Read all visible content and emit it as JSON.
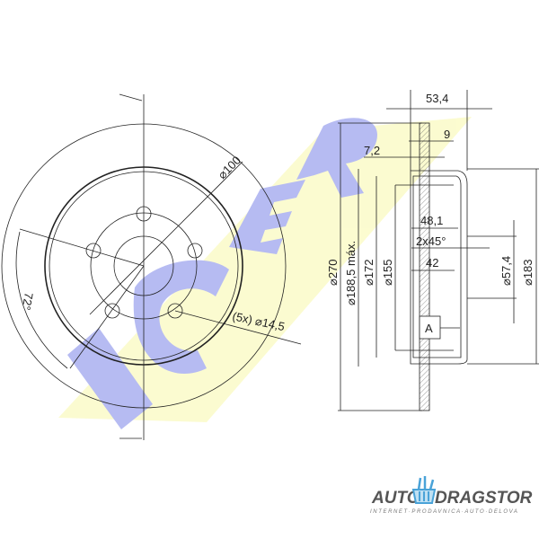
{
  "watermark": {
    "text": "ICER",
    "colors": {
      "band": "#fbfbc8",
      "letters": "#aab0f0"
    }
  },
  "front_view": {
    "dimensions": {
      "bolt_circle": "⌀100",
      "angle": "72°",
      "holes": "(5x) ⌀14,5"
    }
  },
  "side_view": {
    "dimensions": {
      "overall_height": "53,4",
      "disc_thickness": "9",
      "min_thickness": "7,2",
      "hat_depth": "48,1",
      "chamfer": "2x45°",
      "inner_depth": "42",
      "outer_diameter": "⌀270",
      "drum_max_diameter": "⌀188,5 máx.",
      "d172": "⌀172",
      "d155": "⌀155",
      "center_bore": "⌀57,4",
      "d183": "⌀183"
    },
    "datum": "A"
  },
  "brand_logo": {
    "text_left": "AUTO",
    "text_right": "DRAGSTOR",
    "tagline": "INTERNET·PRODAVNICA·AUTO·DELOVA",
    "colors": {
      "text": "#555555",
      "cart": "#4aa3d8"
    }
  }
}
